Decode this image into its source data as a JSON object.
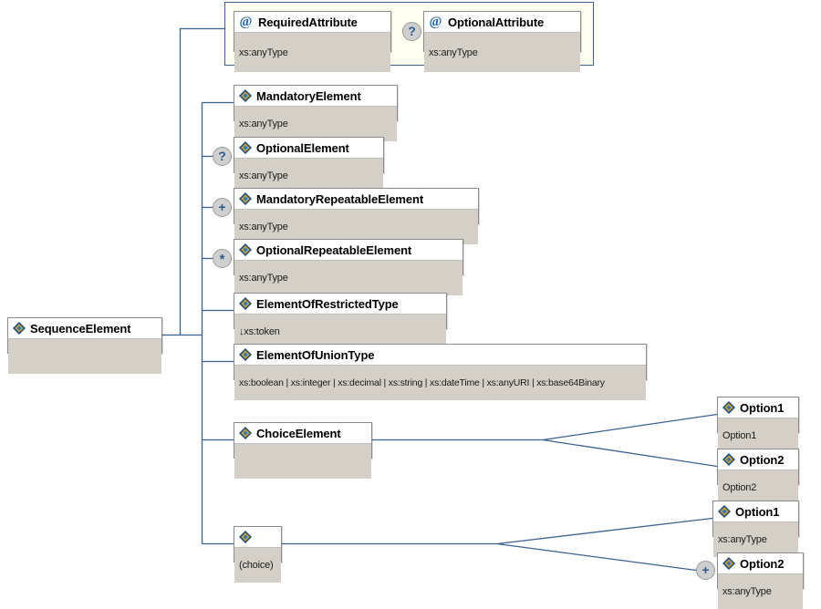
{
  "diagram": {
    "title": "SequenceElement XML Schema content model",
    "line_color": "#3a6191",
    "box_border": "#8a8a8a",
    "box_type_bg": "#d4d0c8",
    "attr_group_bg": "#ffffef",
    "icon_names": {
      "element": "element-diamond-icon",
      "attribute": "at-sign-icon"
    }
  },
  "root": {
    "name": "SequenceElement",
    "type": "",
    "icon": "element-diamond-icon"
  },
  "attribute_group": {
    "attributes": [
      {
        "name": "RequiredAttribute",
        "type": "xs:anyType",
        "icon": "at-sign-icon",
        "cardinality": ""
      },
      {
        "name": "OptionalAttribute",
        "type": "xs:anyType",
        "icon": "at-sign-icon",
        "cardinality": "?"
      }
    ]
  },
  "elements": [
    {
      "name": "MandatoryElement",
      "type": "xs:anyType",
      "icon": "element-diamond-icon",
      "cardinality": ""
    },
    {
      "name": "OptionalElement",
      "type": "xs:anyType",
      "icon": "element-diamond-icon",
      "cardinality": "?"
    },
    {
      "name": "MandatoryRepeatableElement",
      "type": "xs:anyType",
      "icon": "element-diamond-icon",
      "cardinality": "+"
    },
    {
      "name": "OptionalRepeatableElement",
      "type": "xs:anyType",
      "icon": "element-diamond-icon",
      "cardinality": "*"
    },
    {
      "name": "ElementOfRestrictedType",
      "type": "↓xs:token",
      "icon": "element-diamond-icon",
      "cardinality": ""
    },
    {
      "name": "ElementOfUnionType",
      "type": "xs:boolean | xs:integer | xs:decimal | xs:string | xs:dateTime | xs:anyURI | xs:base64Binary",
      "icon": "element-diamond-icon",
      "cardinality": ""
    },
    {
      "name": "ChoiceElement",
      "type": "",
      "icon": "element-diamond-icon",
      "cardinality": ""
    },
    {
      "name": "",
      "type": "(choice)",
      "icon": "element-diamond-icon",
      "cardinality": ""
    }
  ],
  "choice_element_options": [
    {
      "name": "Option1",
      "type": "Option1",
      "icon": "element-diamond-icon",
      "cardinality": ""
    },
    {
      "name": "Option2",
      "type": "Option2",
      "icon": "element-diamond-icon",
      "cardinality": ""
    }
  ],
  "inline_choice_options": [
    {
      "name": "Option1",
      "type": "xs:anyType",
      "icon": "element-diamond-icon",
      "cardinality": ""
    },
    {
      "name": "Option2",
      "type": "xs:anyType",
      "icon": "element-diamond-icon",
      "cardinality": "+"
    }
  ]
}
